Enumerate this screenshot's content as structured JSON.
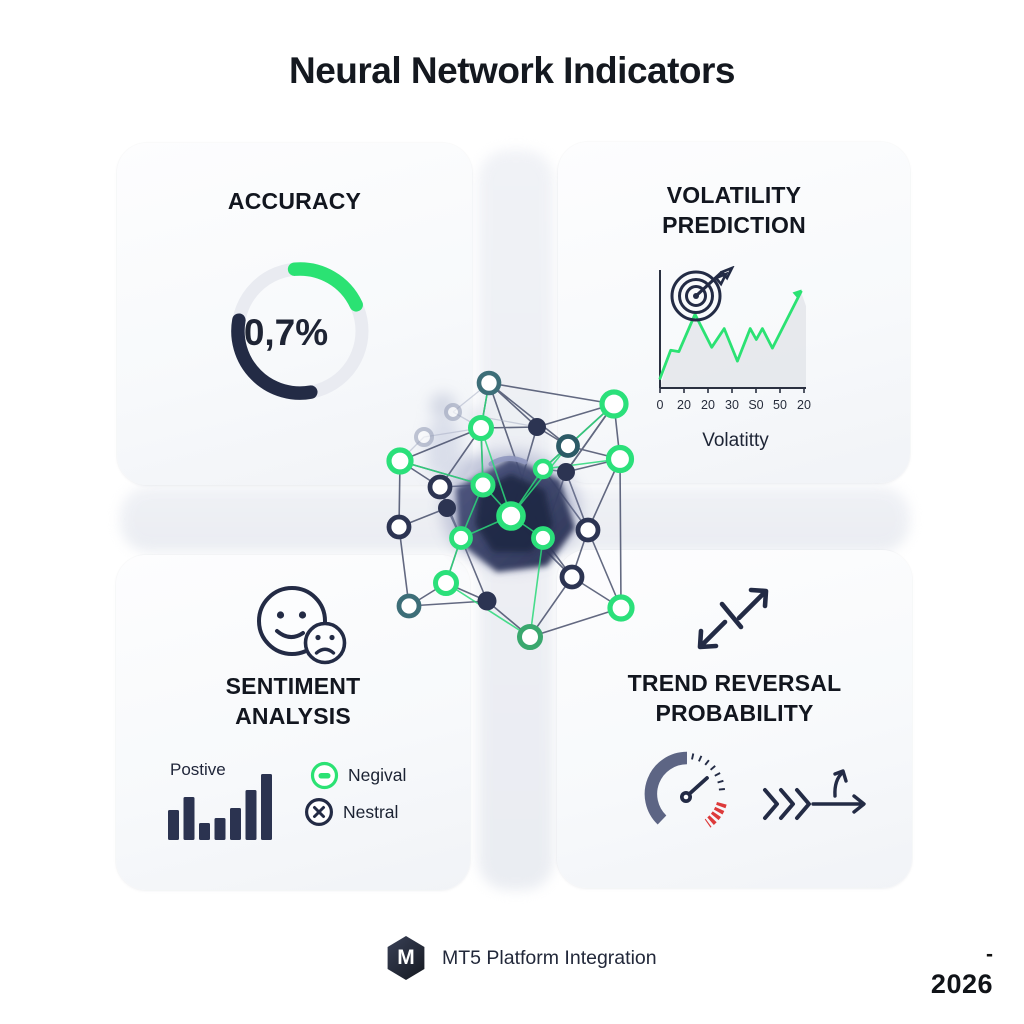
{
  "title": "Neural Network Indicators",
  "cards": {
    "accuracy": {
      "title": "ACCURACY",
      "value": "0,7%"
    },
    "volatility": {
      "title_line1": "VOLATILITY",
      "title_line2": "PREDICTION",
      "x_ticks": [
        "0",
        "20",
        "20",
        "30",
        "S0",
        "50",
        "20"
      ],
      "axis_label": "Volatitty"
    },
    "sentiment": {
      "title_line1": "SENTIMENT",
      "title_line2": "ANALYSIS",
      "bar_label": "Postive",
      "legend": [
        {
          "label": "Negival"
        },
        {
          "label": "Nestral"
        }
      ]
    },
    "trend": {
      "title_line1": "TREND REVERSAL",
      "title_line2": "PROBABILITY"
    }
  },
  "footer": {
    "logo_letter": "M",
    "text": "MT5 Platform Integration"
  },
  "corner": {
    "dash": "-",
    "year": "2026"
  },
  "colors": {
    "accent_green": "#2be273",
    "navy": "#232b45",
    "gauge_red": "#dd3a3a",
    "ring_track": "#e9ebf1",
    "area_gray": "#e2e5ea"
  },
  "chart_data": [
    {
      "type": "pie",
      "subtype": "donut",
      "title": "ACCURACY",
      "center_label": "0,7%",
      "segments": [
        {
          "name": "green-arc",
          "sweep_deg": 70,
          "color": "#2be273"
        },
        {
          "name": "navy-arc",
          "sweep_deg": 110,
          "color": "#232b45"
        },
        {
          "name": "track",
          "sweep_deg": 180,
          "color": "#e9ebf1"
        }
      ]
    },
    {
      "type": "area",
      "title": "VOLATILITY PREDICTION",
      "xlabel": "Volatitty",
      "x_tick_labels": [
        "0",
        "20",
        "20",
        "30",
        "S0",
        "50",
        "20"
      ],
      "y_relative": [
        8,
        29,
        28,
        57,
        31,
        46,
        21,
        46,
        37,
        46,
        31,
        74
      ],
      "line_color": "#2be273",
      "fill_color": "#e2e5ea",
      "annotation": "green trend line ending in upward arrow, dartboard-target icon at top-left"
    },
    {
      "type": "bar",
      "title": "Postive",
      "values": [
        45,
        65,
        25,
        33,
        48,
        75,
        100
      ],
      "bar_color": "#2b3350"
    }
  ]
}
